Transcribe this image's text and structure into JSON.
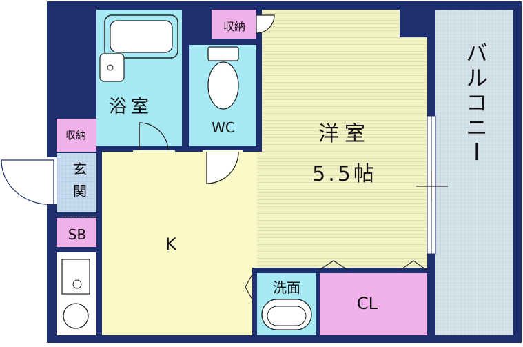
{
  "rooms": {
    "bath": "浴室",
    "wc": "WC",
    "storage_top": "収納",
    "storage_entry": "収納",
    "western_room": "洋室",
    "western_size": "5.5帖",
    "entry": "玄関",
    "shoe_box": "SB",
    "kitchen": "K",
    "washroom": "洗面",
    "closet": "CL",
    "balcony": "バルコニー"
  },
  "colors": {
    "wall": "#1d2f6e",
    "western_floor": "#f2f2c4",
    "kitchen_floor": "#fafac8",
    "wet_area": "#a6e8f4",
    "storage": "#f0b0ea",
    "balcony": "#d6e2ea",
    "entry_tile": "#c6daf0"
  }
}
